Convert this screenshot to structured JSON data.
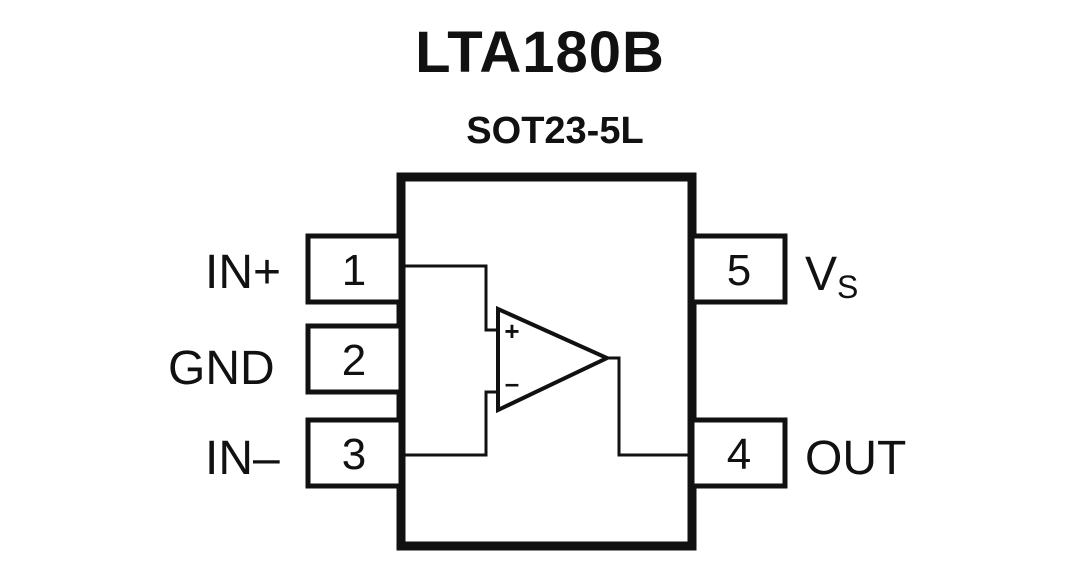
{
  "title": "LTA180B",
  "package": "SOT23-5L",
  "pins": {
    "p1": {
      "number": "1",
      "label": "IN+"
    },
    "p2": {
      "number": "2",
      "label": "GND"
    },
    "p3": {
      "number": "3",
      "label": "IN–"
    },
    "p4": {
      "number": "4",
      "label": "OUT"
    },
    "p5": {
      "number": "5",
      "label_main": "V",
      "label_sub": "S"
    }
  },
  "opamp": {
    "plus": "+",
    "minus": "–"
  }
}
